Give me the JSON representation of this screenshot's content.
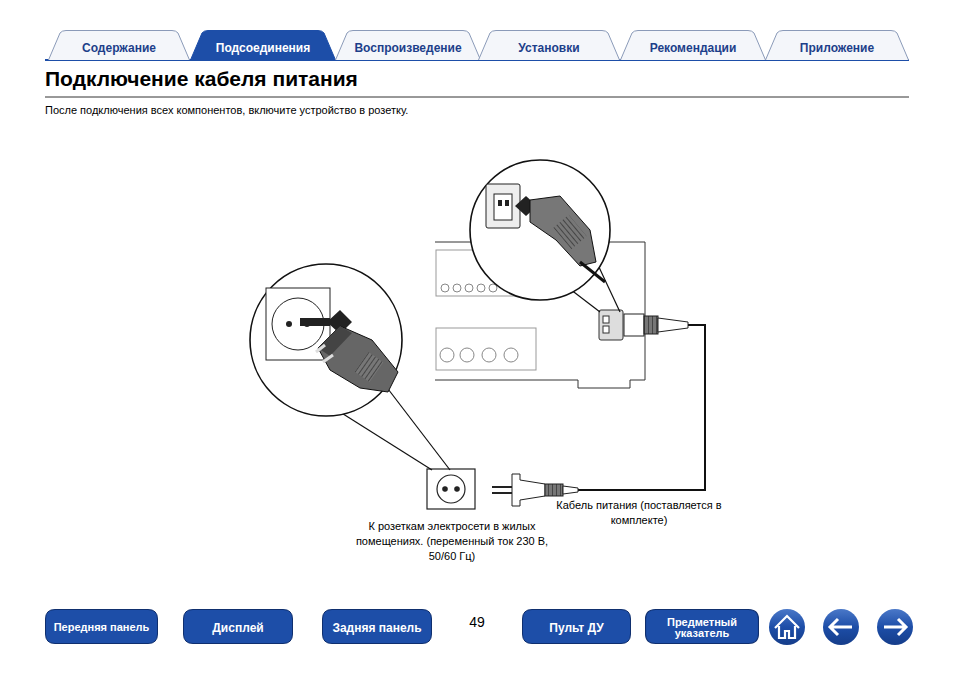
{
  "diagram": {
    "title": "Подключение кабеля питания",
    "nodes": [
      {
        "text": [
          "Содержание"
        ]
      },
      {
        "text": [
          "Подсоединения"
        ]
      },
      {
        "text": [
          "Воспроизведение"
        ]
      },
      {
        "text": [
          "Установки"
        ]
      },
      {
        "text": [
          "Рекомендации"
        ]
      },
      {
        "text": [
          "Приложение"
        ]
      },
      {
        "text": [
          "Передняя панель"
        ]
      },
      {
        "text": [
          "Дисплей"
        ]
      },
      {
        "text": [
          "Задняя панель"
        ]
      },
      {
        "text": [
          "Пульт ДУ"
        ]
      },
      {
        "text": [
          "Предметный указатель"
        ]
      }
    ],
    "edges": [],
    "labels": [
      "После подключения всех компонентов, включите устройство в розетку.",
      "К розеткам электросети в жилых помещениях. (переменный ток 230 В, 50/60 Гц)",
      "Кабель питания (поставляется в комплекте)",
      "49"
    ]
  }
}
